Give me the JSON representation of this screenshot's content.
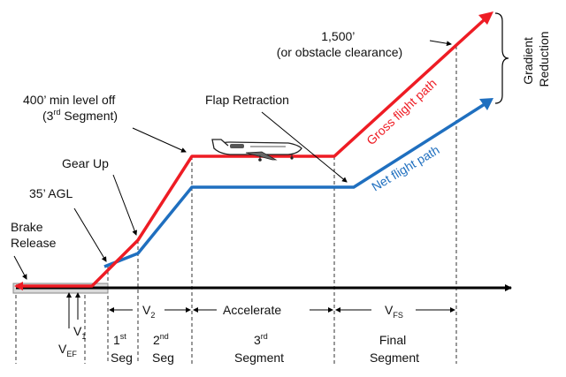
{
  "colors": {
    "gross": "#ee1c24",
    "net": "#1f6fbf",
    "axis": "#000000",
    "dashed": "#333333"
  },
  "labels": {
    "brake": [
      "Brake",
      "Release"
    ],
    "agl35": "35’ AGL",
    "gear_up": "Gear Up",
    "min400": [
      "400’ min level off",
      "(3rd Segment)"
    ],
    "flap_retraction": "Flap Retraction",
    "alt1500": [
      "1,500’",
      "(or obstacle clearance)"
    ],
    "gross_path": "Gross flight path",
    "net_path": "Net flight path",
    "gradient_reduction": [
      "Gradient",
      "Reduction"
    ],
    "v1": "V",
    "v1_sub": "1",
    "vef": "V",
    "vef_sub": "EF",
    "v2": "V",
    "v2_sub": "2",
    "vfs": "V",
    "vfs_sub": "FS",
    "accelerate": "Accelerate",
    "seg1": [
      "1",
      "st",
      "Seg"
    ],
    "seg2": [
      "2",
      "nd",
      "Seg"
    ],
    "seg3": [
      "3",
      "rd",
      "Segment"
    ],
    "final": [
      "Final",
      "Segment"
    ]
  }
}
